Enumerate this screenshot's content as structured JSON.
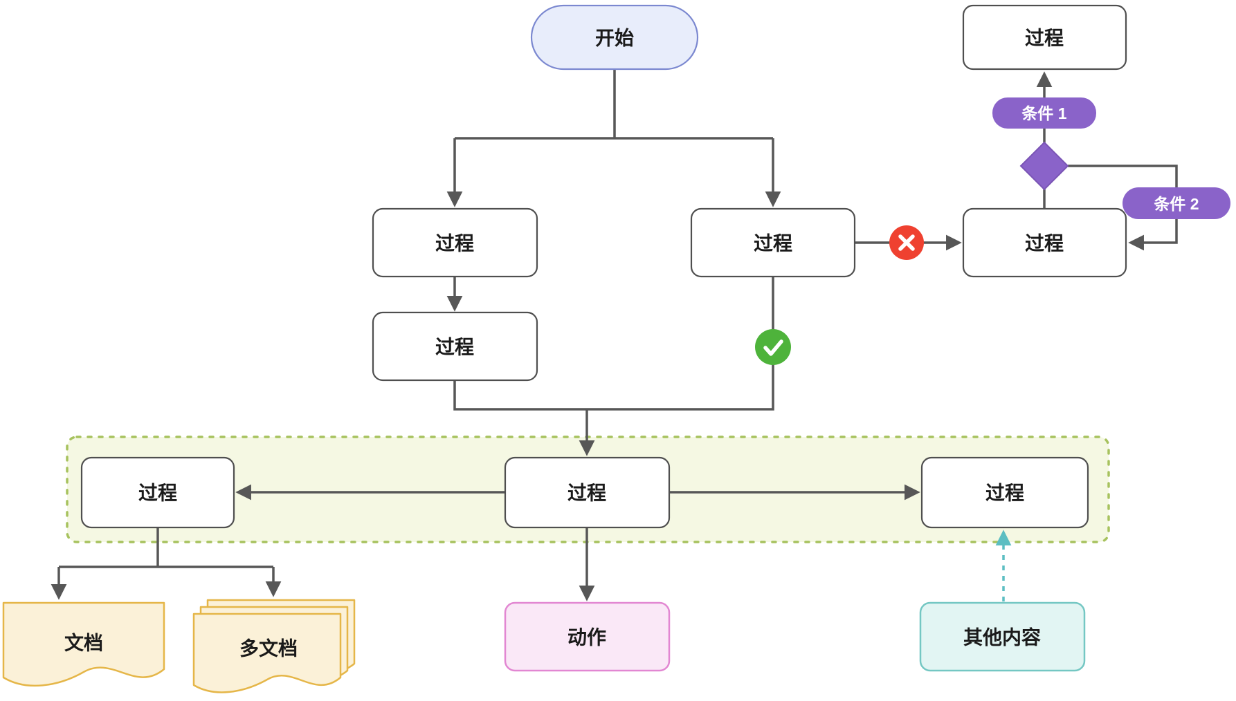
{
  "diagram": {
    "background_color": "#ffffff",
    "edge_color": "#575757",
    "nodes": {
      "start": {
        "label": "开始",
        "fill": "#e8edfb",
        "border": "#7b88d0"
      },
      "process_left_top": {
        "label": "过程"
      },
      "process_left_bottom": {
        "label": "过程"
      },
      "process_mid": {
        "label": "过程"
      },
      "process_right": {
        "label": "过程"
      },
      "process_top_right": {
        "label": "过程"
      },
      "group_process_left": {
        "label": "过程"
      },
      "group_process_center": {
        "label": "过程"
      },
      "group_process_right": {
        "label": "过程"
      },
      "document": {
        "label": "文档",
        "fill": "#fbf1d8",
        "border": "#e5b648"
      },
      "multi_document": {
        "label": "多文档",
        "fill": "#fbf1d8",
        "border": "#e5b648"
      },
      "action": {
        "label": "动作",
        "fill": "#fae8f7",
        "border": "#e287d2"
      },
      "other_content": {
        "label": "其他内容",
        "fill": "#e2f5f3",
        "border": "#74c7c3"
      }
    },
    "edge_labels": {
      "condition_1": {
        "label": "条件 1",
        "fill": "#8a63c9"
      },
      "condition_2": {
        "label": "条件 2",
        "fill": "#8a63c9"
      }
    },
    "decision": {
      "shape": "diamond",
      "fill": "#8a63c9"
    },
    "badges": {
      "fail": {
        "icon": "x-mark",
        "color": "#ef4130"
      },
      "pass": {
        "icon": "check-mark",
        "color": "#4eb33b"
      }
    },
    "group_container": {
      "fill": "#f5f8e3",
      "border": "#a7c25e",
      "style": "dashed"
    }
  }
}
